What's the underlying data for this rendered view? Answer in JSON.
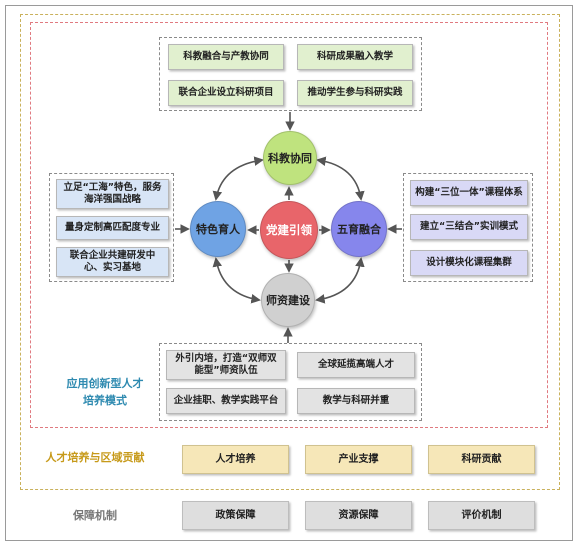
{
  "frames": {
    "inner_label": "应用创新型人才\n培养模式",
    "middle_label": "人才培养与区域贡献",
    "outer_label": "保障机制"
  },
  "circles": {
    "center": "党建引领",
    "top": "科教协同",
    "left": "特色育人",
    "right": "五育融合",
    "bottom": "师资建设"
  },
  "top_group": [
    "科教融合与产教协同",
    "科研成果融入教学",
    "联合企业设立科研项目",
    "推动学生参与科研实践"
  ],
  "left_group": [
    "立足“工海”特色，服务海洋强国战略",
    "量身定制高匹配度专业",
    "联合企业共建研发中心、实习基地"
  ],
  "right_group": [
    "构建“三位一体”课程体系",
    "建立“三结合”实训模式",
    "设计模块化课程集群"
  ],
  "bottom_group": [
    "外引内培，打造“双师双能型”师资队伍",
    "全球延揽高端人才",
    "企业挂职、教学实践平台",
    "教学与科研并重"
  ],
  "talent_row": [
    "人才培养",
    "产业支撑",
    "科研贡献"
  ],
  "guarantee_row": [
    "政策保障",
    "资源保障",
    "评价机制"
  ],
  "colors": {
    "center": "#e8656a",
    "top": "#bfe37e",
    "left": "#6fa3e4",
    "right": "#8686ec",
    "bottom": "#d0d0d0",
    "inner_frame": "#e07a80",
    "middle_frame": "#c9b15c",
    "outer_frame": "#9a9a9a"
  }
}
